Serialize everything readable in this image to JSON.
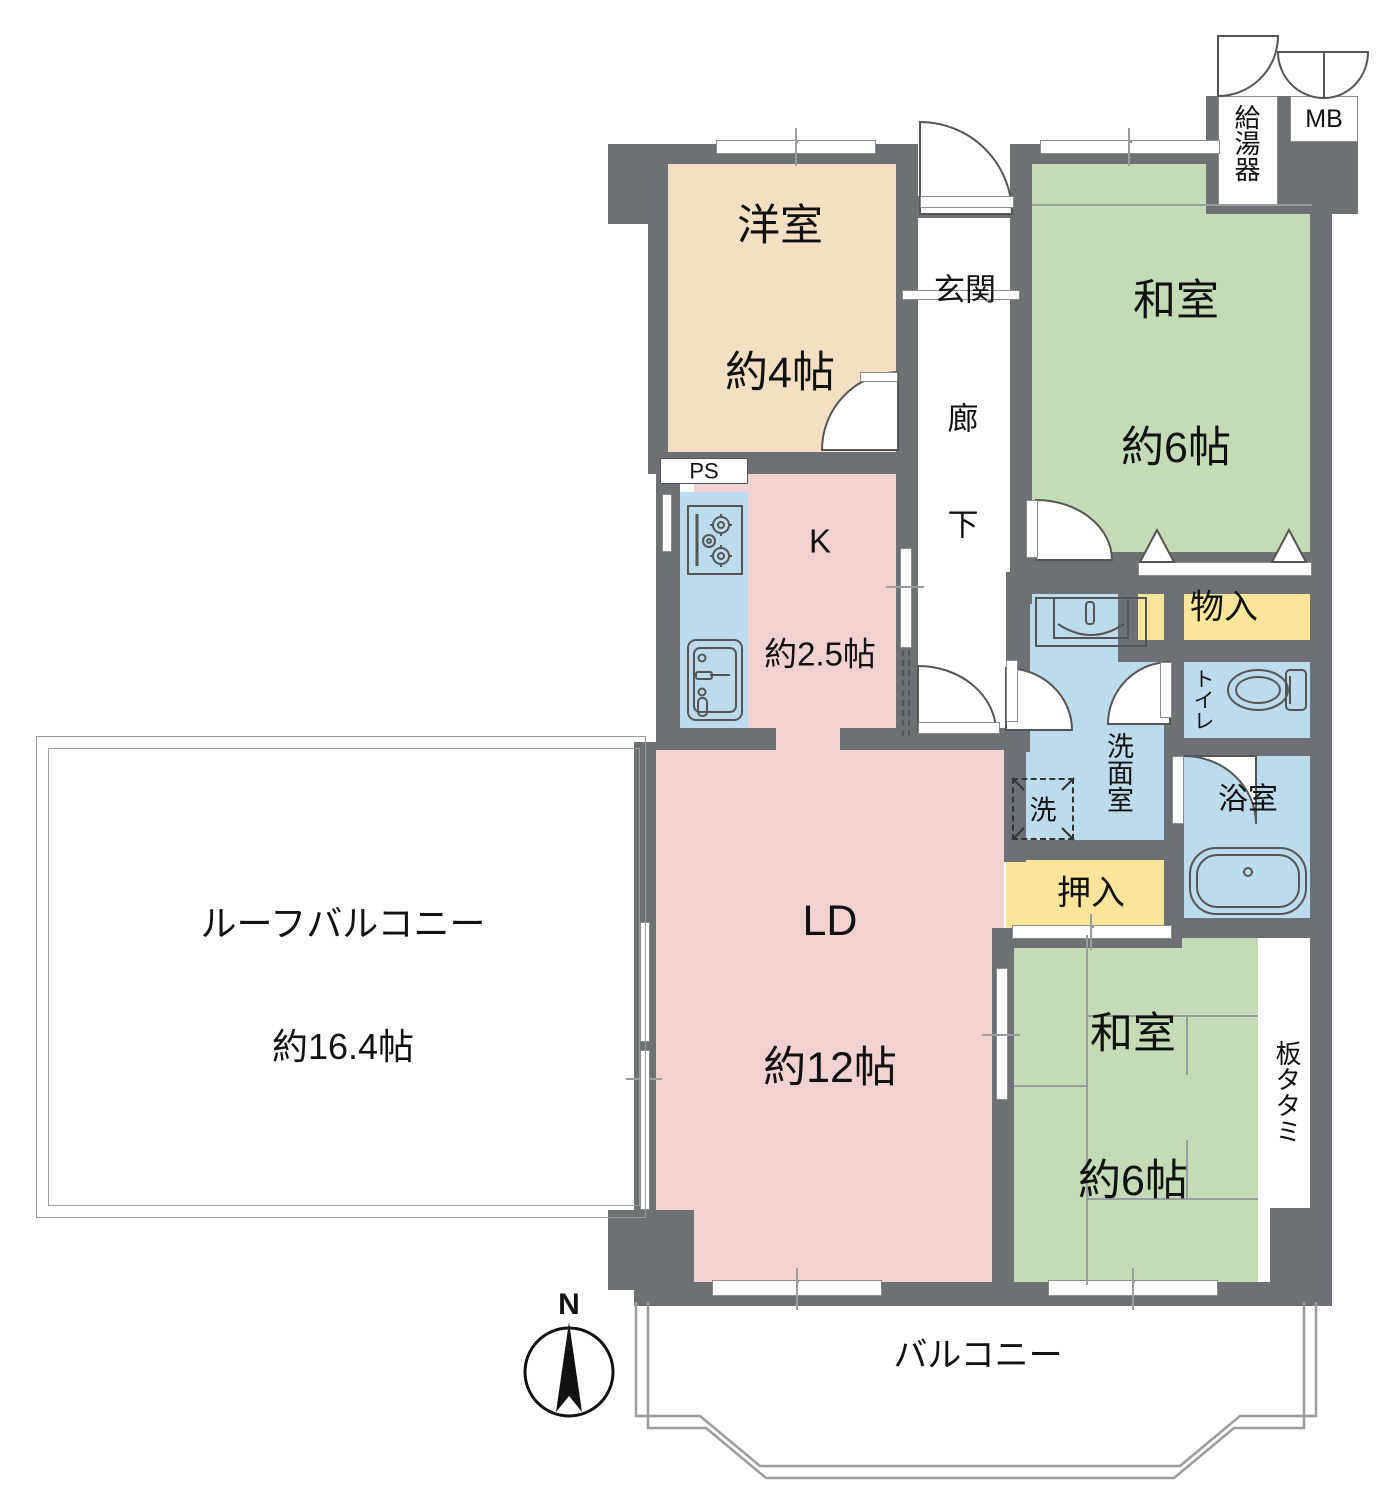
{
  "plan": {
    "type": "japanese-apartment-floor-plan",
    "compass": {
      "label": "N",
      "name": "north-arrow"
    }
  },
  "rooms": [
    {
      "key": "western_room",
      "name": "洋室",
      "area": "約4帖",
      "color": "#f5dfc2"
    },
    {
      "key": "entrance",
      "name": "玄関",
      "area": "",
      "color": "#ffffff"
    },
    {
      "key": "corridor",
      "name": "廊\n下",
      "area": "",
      "color": "#ffffff"
    },
    {
      "key": "washitsu_top",
      "name": "和室",
      "area": "約6帖",
      "color": "#c3dcb5"
    },
    {
      "key": "kitchen",
      "name": "K",
      "area": "約2.5帖",
      "color": "#f2d2d0"
    },
    {
      "key": "ld",
      "name": "LD",
      "area": "約12帖",
      "color": "#f2d2d0"
    },
    {
      "key": "washitsu_bot",
      "name": "和室",
      "area": "約6帖",
      "color": "#c3dcb5"
    },
    {
      "key": "roof_balcony",
      "name": "ルーフバルコニー",
      "area": "約16.4帖",
      "color": "#ffffff"
    },
    {
      "key": "balcony",
      "name": "バルコニー",
      "area": "",
      "color": "#ffffff"
    }
  ],
  "labels": {
    "western_room_name": "洋室",
    "western_room_area": "約4帖",
    "entrance": "玄関",
    "corridor_1": "廊",
    "corridor_2": "下",
    "washitsu_top_name": "和室",
    "washitsu_top_area": "約6帖",
    "kitchen_name": "K",
    "kitchen_area": "約2.5帖",
    "ld_name": "LD",
    "ld_area": "約12帖",
    "washitsu_bot_name": "和室",
    "washitsu_bot_area": "約6帖",
    "roof_balcony_name": "ルーフバルコニー",
    "roof_balcony_area": "約16.4帖",
    "balcony": "バルコニー",
    "ps": "PS",
    "mb": "MB",
    "water_heater": "給湯器",
    "closet_mono": "物入",
    "closet_oshiire": "押入",
    "toilet": "トイレ",
    "washroom": "洗面室",
    "bathroom": "浴室",
    "washer": "洗",
    "ita_tatami": "板タタミ",
    "compass_n": "N"
  },
  "colors": {
    "wall": "#6d7074",
    "thin_line": "#8a8d90",
    "western_room": "#f5dfc2",
    "washitsu": "#c3dcb5",
    "living": "#f2d2d0",
    "water_area": "#bcdced",
    "closet": "#fae59a",
    "white": "#ffffff",
    "text": "#111111"
  },
  "icons": [
    {
      "name": "gas-stove-icon",
      "room": "kitchen"
    },
    {
      "name": "kitchen-sink-icon",
      "room": "kitchen"
    },
    {
      "name": "vanity-sink-icon",
      "room": "washroom"
    },
    {
      "name": "toilet-icon",
      "room": "toilet"
    },
    {
      "name": "bathtub-icon",
      "room": "bathroom"
    },
    {
      "name": "washing-machine-icon",
      "room": "washroom"
    },
    {
      "name": "north-arrow-icon",
      "room": "outside"
    }
  ]
}
